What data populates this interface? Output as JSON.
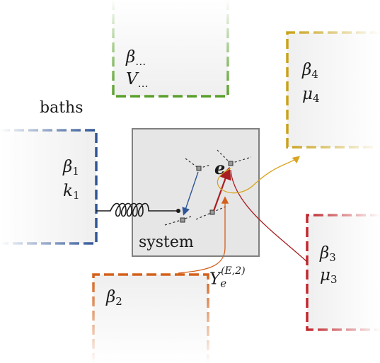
{
  "diagram": {
    "baths_label": "baths",
    "system_label": "system",
    "event_label": "e",
    "rate_label": {
      "base": "Y",
      "sub": "e",
      "sup": "(E,2)"
    },
    "baths": [
      {
        "id": "bath-1",
        "line1": "β",
        "sub1": "1",
        "line2": "k",
        "sub2": "1",
        "color": "#2e5597"
      },
      {
        "id": "bath-2",
        "line1": "β",
        "sub1": "2",
        "line2": "",
        "sub2": "",
        "color": "#d4601b"
      },
      {
        "id": "bath-3",
        "line1": "β",
        "sub1": "3",
        "line2": "μ",
        "sub2": "3",
        "color": "#c0272d"
      },
      {
        "id": "bath-4",
        "line1": "β",
        "sub1": "4",
        "line2": "μ",
        "sub2": "4",
        "color": "#c9a21a"
      },
      {
        "id": "bath-extra",
        "line1": "β",
        "sub1": "…",
        "line2": "V",
        "sub2": "…",
        "color": "#5aa02c"
      }
    ],
    "colors": {
      "system_fill": "#e6e6e6",
      "system_border": "#808080",
      "arrow_blue": "#2e5597",
      "arrow_red": "#a81e22",
      "arrow_orange": "#d4601b",
      "arrow_gold": "#d9a520"
    }
  }
}
